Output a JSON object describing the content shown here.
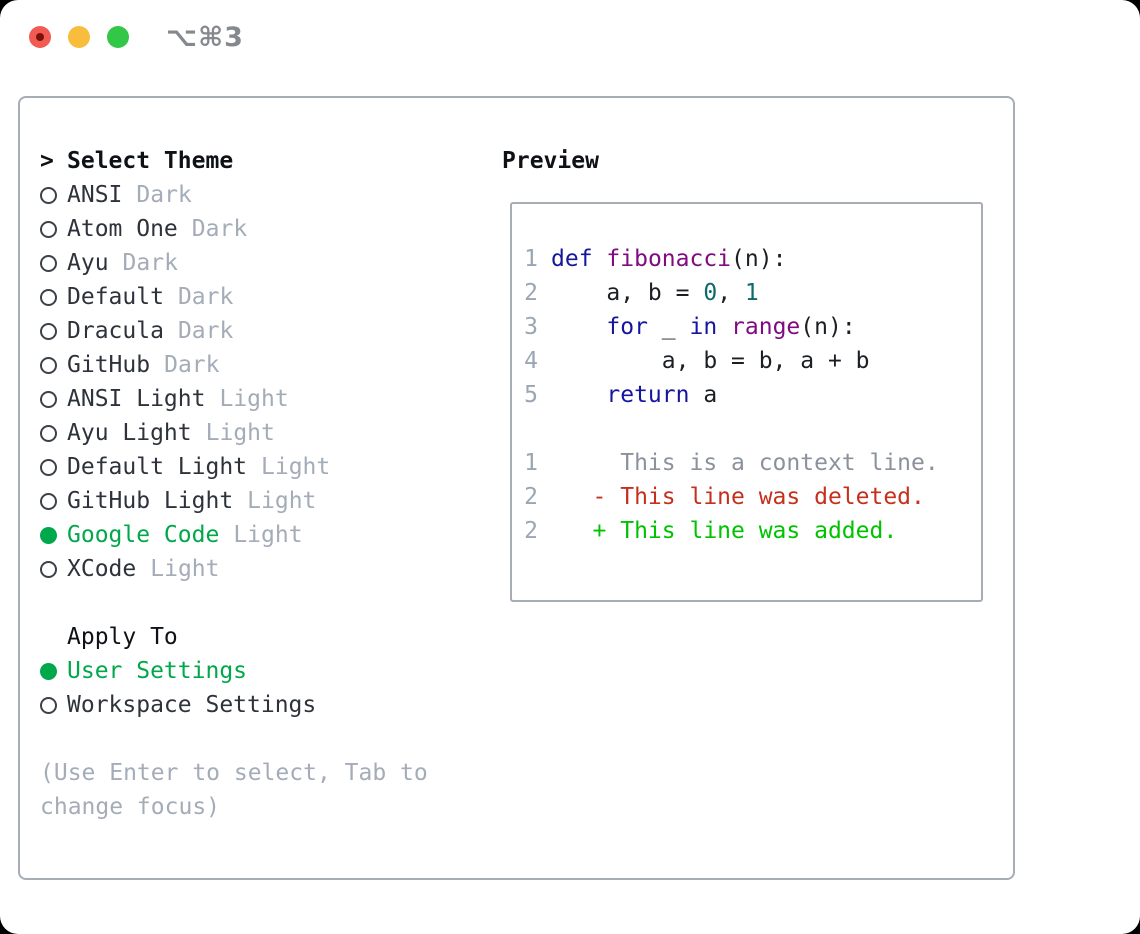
{
  "titlebar": {
    "shortcut": "⌥⌘3",
    "traffic_lights": [
      "close",
      "minimize",
      "zoom"
    ]
  },
  "theme_panel": {
    "header_prefix": ">",
    "header": "Select Theme",
    "themes": [
      {
        "name": "ANSI",
        "variant": "Dark",
        "selected": false
      },
      {
        "name": "Atom One",
        "variant": "Dark",
        "selected": false
      },
      {
        "name": "Ayu",
        "variant": "Dark",
        "selected": false
      },
      {
        "name": "Default",
        "variant": "Dark",
        "selected": false
      },
      {
        "name": "Dracula",
        "variant": "Dark",
        "selected": false
      },
      {
        "name": "GitHub",
        "variant": "Dark",
        "selected": false
      },
      {
        "name": "ANSI Light",
        "variant": "Light",
        "selected": false
      },
      {
        "name": "Ayu Light",
        "variant": "Light",
        "selected": false
      },
      {
        "name": "Default Light",
        "variant": "Light",
        "selected": false
      },
      {
        "name": "GitHub Light",
        "variant": "Light",
        "selected": false
      },
      {
        "name": "Google Code",
        "variant": "Light",
        "selected": true
      },
      {
        "name": "XCode",
        "variant": "Light",
        "selected": false
      }
    ],
    "apply_to": {
      "header": "Apply To",
      "options": [
        {
          "name": "User Settings",
          "selected": true
        },
        {
          "name": "Workspace Settings",
          "selected": false
        }
      ]
    },
    "hint_lines": [
      "(Use Enter to select, Tab to",
      "change focus)"
    ]
  },
  "preview": {
    "header": "Preview",
    "lines": [
      {
        "num": "1",
        "tokens": [
          [
            "def",
            "kw"
          ],
          [
            " ",
            "pl"
          ],
          [
            "fibonacci",
            "fn"
          ],
          [
            "(n):",
            "pl"
          ]
        ]
      },
      {
        "num": "2",
        "tokens": [
          [
            "    a, b = ",
            "pl"
          ],
          [
            "0",
            "lit"
          ],
          [
            ", ",
            "pl"
          ],
          [
            "1",
            "lit"
          ]
        ]
      },
      {
        "num": "3",
        "tokens": [
          [
            "    ",
            "pl"
          ],
          [
            "for",
            "kw"
          ],
          [
            " _ ",
            "pl"
          ],
          [
            "in",
            "kw"
          ],
          [
            " ",
            "pl"
          ],
          [
            "range",
            "fn"
          ],
          [
            "(n):",
            "pl"
          ]
        ]
      },
      {
        "num": "4",
        "tokens": [
          [
            "        a, b = b, a + b",
            "pl"
          ]
        ]
      },
      {
        "num": "5",
        "tokens": [
          [
            "    ",
            "pl"
          ],
          [
            "return",
            "kw"
          ],
          [
            " a",
            "pl"
          ]
        ]
      },
      {
        "num": "",
        "tokens": []
      },
      {
        "num": "1",
        "tokens": [
          [
            "     This is a context line.",
            "ctx"
          ]
        ]
      },
      {
        "num": "2",
        "tokens": [
          [
            "   - This line was deleted.",
            "del"
          ]
        ]
      },
      {
        "num": "2",
        "tokens": [
          [
            "   + This line was added.",
            "add"
          ]
        ]
      }
    ]
  },
  "colors": {
    "accent_green": "#00a84c",
    "diff_add": "#00c300",
    "diff_del": "#c5301c",
    "context_gray": "#8b929c",
    "line_number": "#9aa6b4",
    "keyword_blue": "#15159f",
    "function_purple": "#800b80",
    "literal_teal": "#0d6a68",
    "text_dark": "#2e333b",
    "muted_gray": "#a4acb8",
    "heading_black": "#0e1116",
    "border_gray": "#a6adb7",
    "traffic_red": "#f15b51",
    "traffic_red_dot": "#7a120b",
    "traffic_yellow": "#f8bd3c",
    "traffic_green": "#33c748",
    "shortcut_gray": "#85888d"
  }
}
